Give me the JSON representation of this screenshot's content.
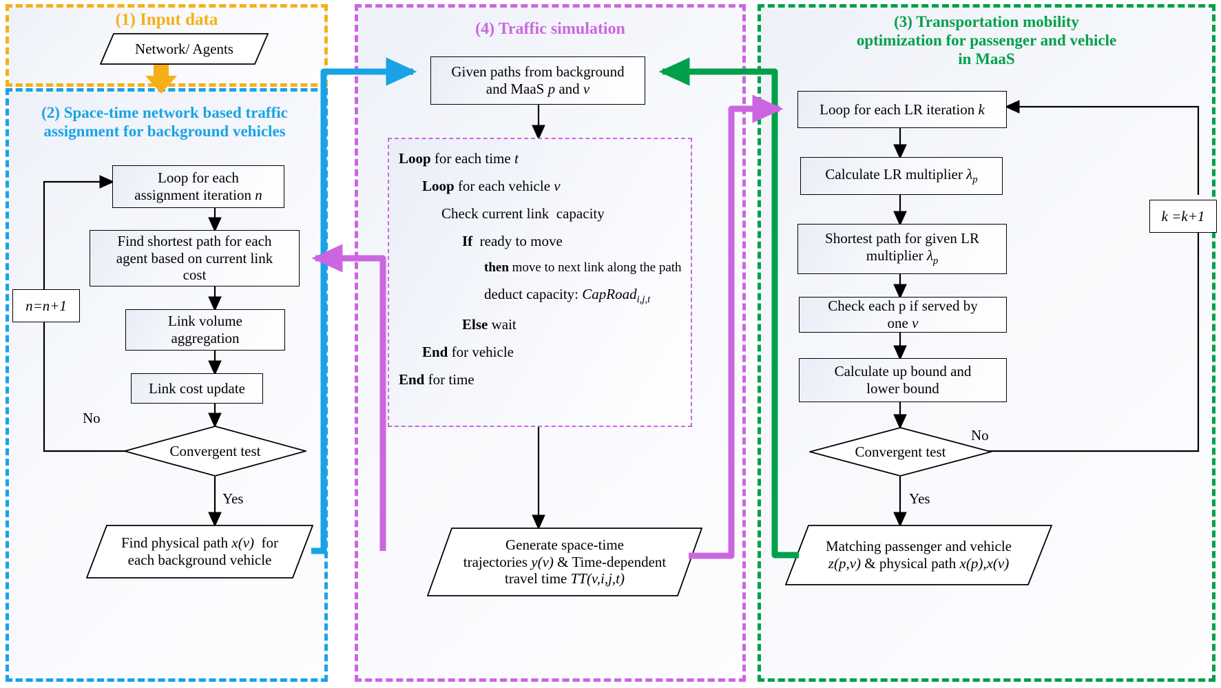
{
  "colors": {
    "input_orange": "#f5b018",
    "assignment_blue": "#19a3e6",
    "simulation_violet": "#cc66e0",
    "optimization_green": "#00a04a",
    "arrow_black": "#000000"
  },
  "panels": {
    "input": {
      "title": "(1) Input data",
      "color": "#f5b018",
      "node_network_agents": "Network/ Agents"
    },
    "assignment": {
      "title_line1": "(2) Space-time network based traffic",
      "title_line2": "assignment  for background vehicles",
      "color": "#19a3e6",
      "nodes": {
        "loop_iteration": "Loop for each assignment iteration n",
        "loop_iteration_l1": "Loop for each",
        "loop_iteration_l2": "assignment iteration n",
        "shortest_path_l1": "Find shortest path for each",
        "shortest_path_l2": "agent based on current link",
        "shortest_path_l3": "cost",
        "link_volume_l1": "Link volume",
        "link_volume_l2": "aggregation",
        "link_cost_update": "Link cost update",
        "convergent_test": "Convergent test",
        "n_increment": "n=n+1",
        "label_no": "No",
        "label_yes": "Yes",
        "output_l1": "Find physical path x(v)  for",
        "output_l2": "each background vehicle"
      }
    },
    "simulation": {
      "title": "(4) Traffic simulation",
      "color": "#cc66e0",
      "nodes": {
        "given_paths_l1": "Given paths from background",
        "given_paths_l2": "and MaaS p and v",
        "output_l1": "Generate space-time",
        "output_l2": "trajectories y(v) & Time-dependent",
        "output_l3": "travel time TT(v,i,j,t)"
      },
      "pseudocode": [
        {
          "bold": "Loop",
          "rest": " for each time ",
          "ital": "t",
          "indent": 0
        },
        {
          "bold": "Loop",
          "rest": " for each vehicle ",
          "ital": "v",
          "indent": 1
        },
        {
          "bold": "",
          "rest": "Check current link  capacity",
          "ital": "",
          "indent": 2
        },
        {
          "bold": "If",
          "rest": "  ready to move",
          "ital": "",
          "indent": 3
        },
        {
          "bold": "then",
          "rest": " move to next link along the path",
          "ital": "",
          "indent": 4
        },
        {
          "bold": "",
          "rest": "deduct capacity: ",
          "ital": "CapRoad",
          "sub": "i,j,t",
          "indent": 4
        },
        {
          "bold": "Else",
          "rest": " wait",
          "ital": "",
          "indent": 3
        },
        {
          "bold": "End",
          "rest": " for vehicle",
          "ital": "",
          "indent": 1
        },
        {
          "bold": "End",
          "rest": " for time",
          "ital": "",
          "indent": 0
        }
      ]
    },
    "optimization": {
      "title_line1": "(3) Transportation mobility",
      "title_line2": "optimization for passenger and vehicle",
      "title_line3": "in MaaS",
      "color": "#00a04a",
      "nodes": {
        "loop_lr": "Loop for each LR iteration k",
        "calc_multiplier": "Calculate LR multiplier λp",
        "shortest_path_l1": "Shortest path for given LR",
        "shortest_path_l2": "multiplier λp",
        "check_served_l1": "Check each p if served by",
        "check_served_l2": "one v",
        "bounds_l1": "Calculate up bound and",
        "bounds_l2": "lower bound",
        "convergent_test": "Convergent test",
        "k_increment": "k =k+1",
        "label_no": "No",
        "label_yes": "Yes",
        "output_l1": "Matching passenger and vehicle",
        "output_l2": "z(p,v) & physical path x(p),x(v)"
      }
    }
  }
}
